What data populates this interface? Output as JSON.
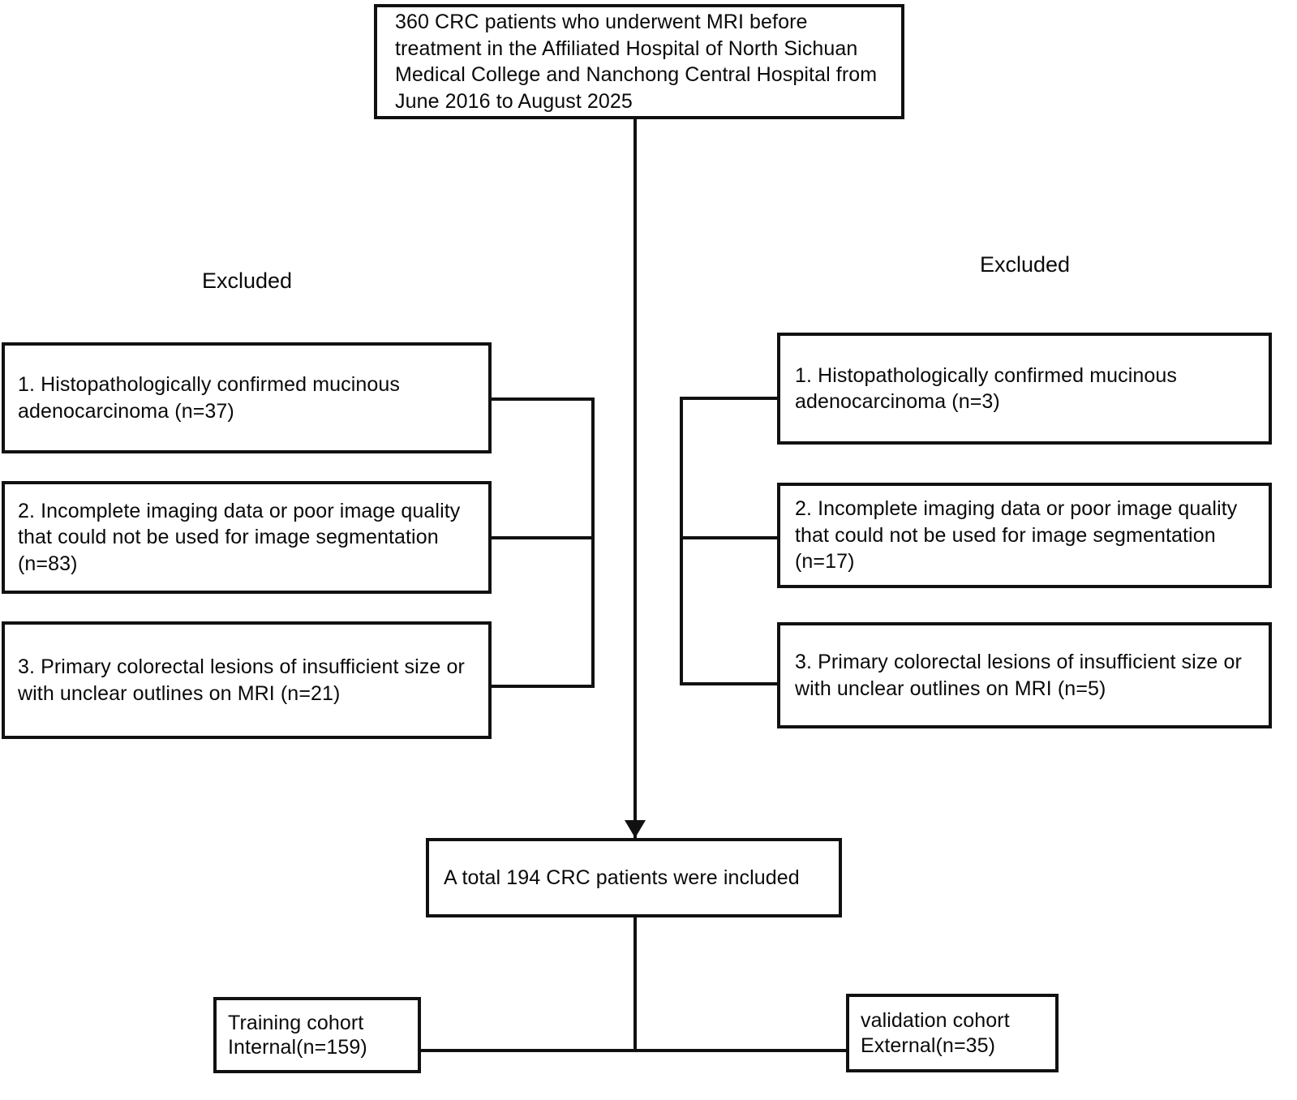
{
  "flowchart": {
    "title_box": {
      "text": "360 CRC patients who underwent MRI before treatment  in the Affiliated Hospital of North Sichuan Medical College and Nanchong Central Hospital from June 2016 to August 2025"
    },
    "left_branch": {
      "heading": "Excluded",
      "items": [
        {
          "text": "1. Histopathologically confirmed mucinous adenocarcinoma (n=37)"
        },
        {
          "text": " 2. Incomplete imaging data or poor image quality that could not be used for image segmentation (n=83)"
        },
        {
          "text": " 3. Primary colorectal lesions of insufficient size or with unclear outlines on MRI (n=21)"
        }
      ]
    },
    "right_branch": {
      "heading": "Excluded",
      "items": [
        {
          "text": "1. Histopathologically confirmed mucinous adenocarcinoma (n=3)"
        },
        {
          "text": " 2. Incomplete imaging data or poor image quality that could not be used for image segmentation (n=17)"
        },
        {
          "text": " 3. Primary colorectal lesions of insufficient size or with unclear outlines on MRI (n=5)"
        }
      ]
    },
    "included_box": {
      "text": "A total 194 CRC patients were included"
    },
    "cohorts": [
      {
        "text": "Training cohort\nInternal(n=159)"
      },
      {
        "text": "validation cohort\nExternal(n=35)"
      }
    ],
    "counts": {
      "total_screened": 360,
      "excluded_internal_mucinous": 37,
      "excluded_internal_imaging": 83,
      "excluded_internal_lesion": 21,
      "excluded_external_mucinous": 3,
      "excluded_external_imaging": 17,
      "excluded_external_lesion": 5,
      "included_total": 194,
      "training_internal": 159,
      "validation_external": 35
    },
    "colors": {
      "stroke": "#111111",
      "background": "#ffffff",
      "text": "#0a0a0a"
    }
  }
}
